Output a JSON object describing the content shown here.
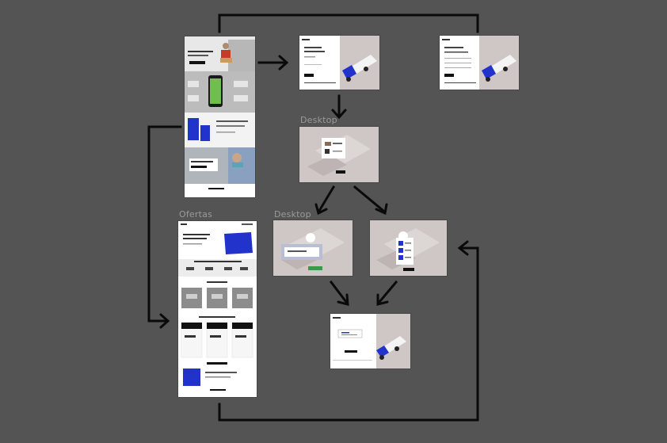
{
  "canvas": {
    "background": "#545454",
    "arrow_color": "#0a0a0a",
    "accent_blue": "#2233cc",
    "mock_bg": "#cfc7c6"
  },
  "labels": {
    "desktop_1": "Desktop",
    "desktop_2": "Desktop",
    "offers": "Ofertas"
  },
  "frames": [
    {
      "id": "landing-mobile",
      "icon": "truck-icon"
    },
    {
      "id": "login-desktop-1",
      "icon": "truck-icon"
    },
    {
      "id": "login-desktop-2",
      "icon": "truck-icon"
    },
    {
      "id": "desktop-map-1",
      "icon": "map-icon"
    },
    {
      "id": "desktop-map-2",
      "icon": "map-icon"
    },
    {
      "id": "desktop-map-3",
      "icon": "map-icon"
    },
    {
      "id": "confirm-desktop",
      "icon": "truck-icon"
    },
    {
      "id": "offers-page",
      "icon": "container-icon"
    }
  ]
}
